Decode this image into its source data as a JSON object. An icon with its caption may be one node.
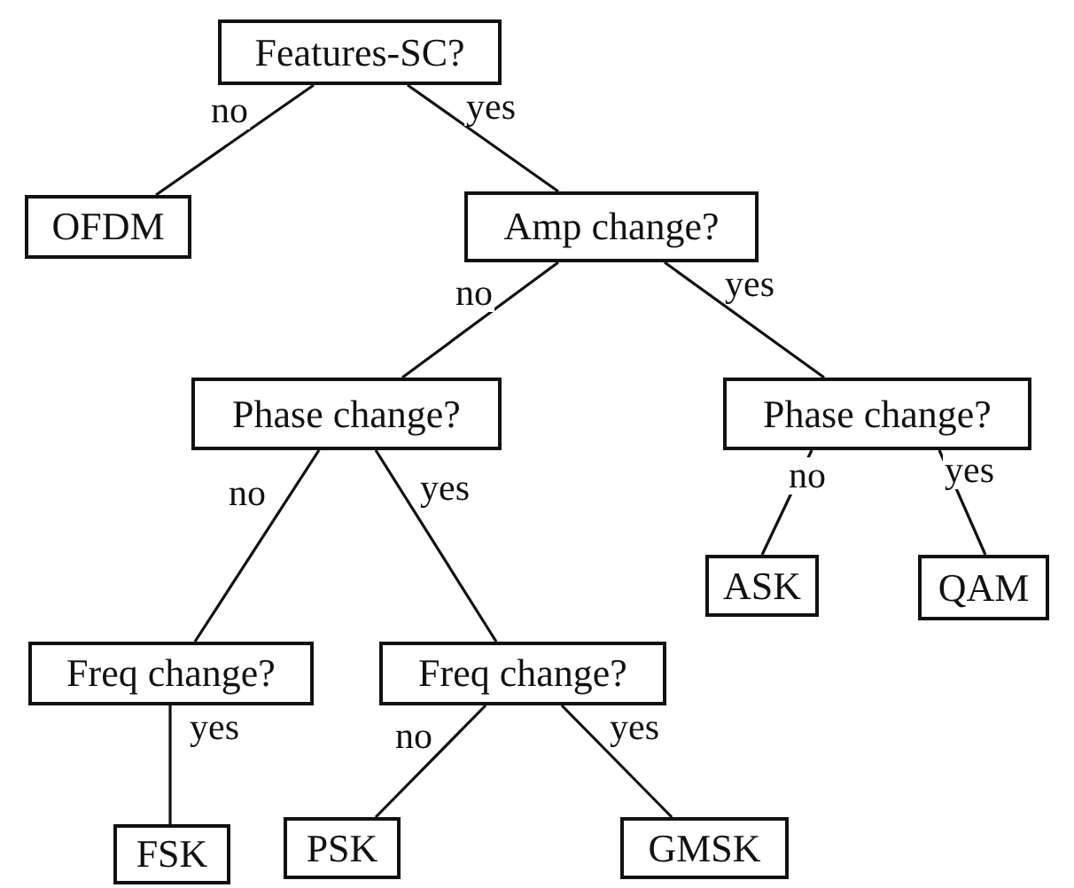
{
  "diagram": {
    "nodes": [
      {
        "text": [
          "Features-SC?"
        ]
      },
      {
        "text": [
          "OFDM"
        ]
      },
      {
        "text": [
          "Amp change?"
        ]
      },
      {
        "text": [
          "Phase change?"
        ]
      },
      {
        "text": [
          "Phase change?"
        ]
      },
      {
        "text": [
          "ASK"
        ]
      },
      {
        "text": [
          "QAM"
        ]
      },
      {
        "text": [
          "Freq change?"
        ]
      },
      {
        "text": [
          "Freq change?"
        ]
      },
      {
        "text": [
          "FSK"
        ]
      },
      {
        "text": [
          "PSK"
        ]
      },
      {
        "text": [
          "GMSK"
        ]
      }
    ],
    "edges": [
      {
        "from": 0,
        "to": 1,
        "arrow": "none",
        "label": "no"
      },
      {
        "from": 0,
        "to": 2,
        "arrow": "none",
        "label": "yes"
      },
      {
        "from": 2,
        "to": 3,
        "arrow": "none",
        "label": "no"
      },
      {
        "from": 2,
        "to": 4,
        "arrow": "none",
        "label": "yes"
      },
      {
        "from": 4,
        "to": 5,
        "arrow": "none",
        "label": "no"
      },
      {
        "from": 4,
        "to": 6,
        "arrow": "none",
        "label": "yes"
      },
      {
        "from": 3,
        "to": 7,
        "arrow": "none",
        "label": "no"
      },
      {
        "from": 3,
        "to": 8,
        "arrow": "none",
        "label": "yes"
      },
      {
        "from": 7,
        "to": 9,
        "arrow": "none",
        "label": "yes"
      },
      {
        "from": 8,
        "to": 10,
        "arrow": "none",
        "label": "no"
      },
      {
        "from": 8,
        "to": 11,
        "arrow": "none",
        "label": "yes"
      }
    ]
  }
}
